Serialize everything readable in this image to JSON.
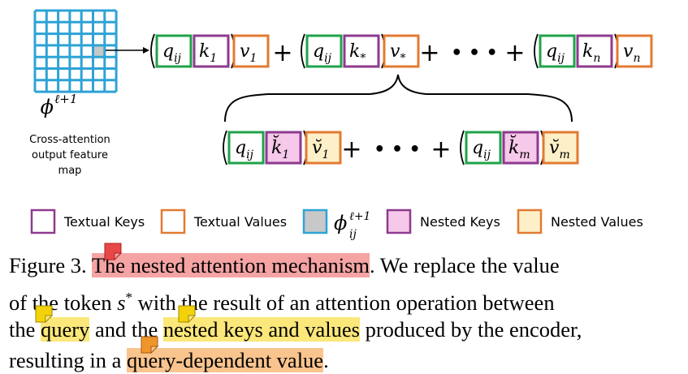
{
  "diagram": {
    "feature_map_label": "ϕ",
    "feature_map_superscript": "ℓ+1",
    "feature_map_caption": [
      "Cross-attention",
      "output feature",
      "map"
    ],
    "top_row": [
      {
        "q": "q",
        "q_sub": "ij",
        "k": "k",
        "k_sub": "1",
        "v": "v",
        "v_sub": "1"
      },
      {
        "q": "q",
        "q_sub": "ij",
        "k": "k",
        "k_sub": "*",
        "v": "v",
        "v_sub": "*"
      },
      {
        "q": "q",
        "q_sub": "ij",
        "k": "k",
        "k_sub": "n",
        "v": "v",
        "v_sub": "n"
      }
    ],
    "nested_row": [
      {
        "q": "q",
        "q_sub": "ij",
        "k": "k̆",
        "k_sub": "1",
        "v": "v̆",
        "v_sub": "1"
      },
      {
        "q": "q",
        "q_sub": "ij",
        "k": "k̆",
        "k_sub": "m",
        "v": "v̆",
        "v_sub": "m"
      }
    ],
    "plus": "+",
    "ellipsis": "• • •",
    "colors": {
      "grid": "#2ea3d6",
      "grid_cell_highlight": "#c8c8c8",
      "query": "#1fa34a",
      "key": "#8e3a8f",
      "value": "#e37a32",
      "nested_key_fill": "#f6c8ea",
      "nested_value_fill": "#fdf0c8"
    }
  },
  "legend": [
    {
      "label": "Textual Keys",
      "swatch": "key-outline"
    },
    {
      "label": "Textual Values",
      "swatch": "value-outline"
    },
    {
      "label": "ϕ",
      "sup": "ℓ+1",
      "sub": "ij",
      "swatch": "gray-fill"
    },
    {
      "label": "Nested Keys",
      "swatch": "nested-key"
    },
    {
      "label": "Nested Values",
      "swatch": "nested-value"
    }
  ],
  "caption": {
    "figure_label": "Figure 3.",
    "highlight_title": "The nested attention mechanism",
    "after_title": ". We replace the value",
    "line2_a": "of the token ",
    "token_symbol": "s",
    "token_sup": "*",
    "line2_b": " with the result of an attention operation between",
    "line3_a": "the ",
    "hl_query": "query",
    "line3_b": " and the ",
    "hl_nested": "nested keys and values",
    "line3_c": " produced by the encoder,",
    "line4_a": "resulting in a ",
    "hl_value": "query-dependent value",
    "line4_b": "."
  }
}
